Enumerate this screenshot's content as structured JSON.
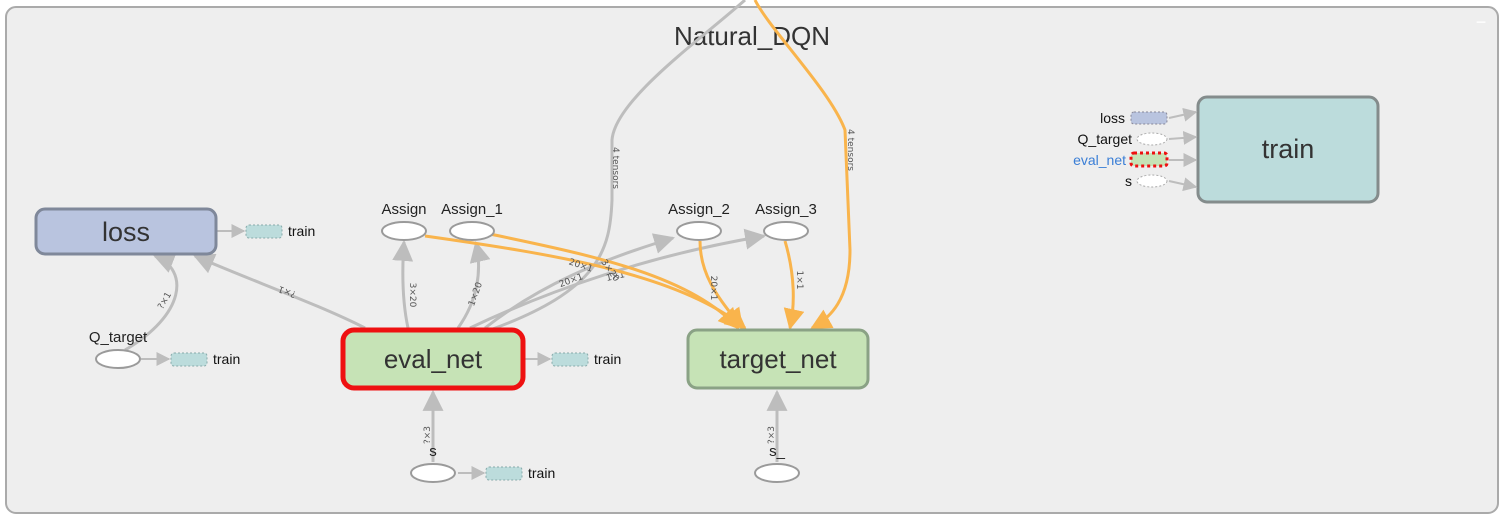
{
  "graph": {
    "title": "Natural_DQN",
    "minimize_glyph": "−"
  },
  "nodes": {
    "loss": "loss",
    "eval_net": "eval_net",
    "target_net": "target_net",
    "train": "train",
    "q_target": "Q_target",
    "s": "s",
    "s_": "s_",
    "assign": "Assign",
    "assign_1": "Assign_1",
    "assign_2": "Assign_2",
    "assign_3": "Assign_3"
  },
  "summaries": {
    "loss_train": "train",
    "q_target_train": "train",
    "eval_net_train": "train",
    "s_train": "train"
  },
  "train_inputs": [
    "loss",
    "Q_target",
    "eval_net",
    "s"
  ],
  "edge_labels": {
    "top_gray": "4 tensors",
    "top_orange": "4 tensors",
    "eval_to_assign": "3×20",
    "eval_to_assign_1": "1×20",
    "eval_to_assign_2": "20×1",
    "eval_to_assign_3": "1×1",
    "assign_to_target": "20×1",
    "assign_1_to_target": "3×20",
    "assign_2_to_target": "20×1",
    "assign_3_to_target": "1×1",
    "eval_to_loss": "?×1",
    "q_target_to_loss": "?×1",
    "s_to_eval": "?×3",
    "s_to_target": "?×3"
  },
  "colors": {
    "gray_edge": "#bdbdbd",
    "orange_edge": "#f9b44c",
    "loss_fill": "#b9c4df",
    "net_fill": "#c6e3b6",
    "train_fill": "#bcdcdc",
    "selected_border": "#ee1111",
    "highlight_text": "#3a7ed6"
  }
}
